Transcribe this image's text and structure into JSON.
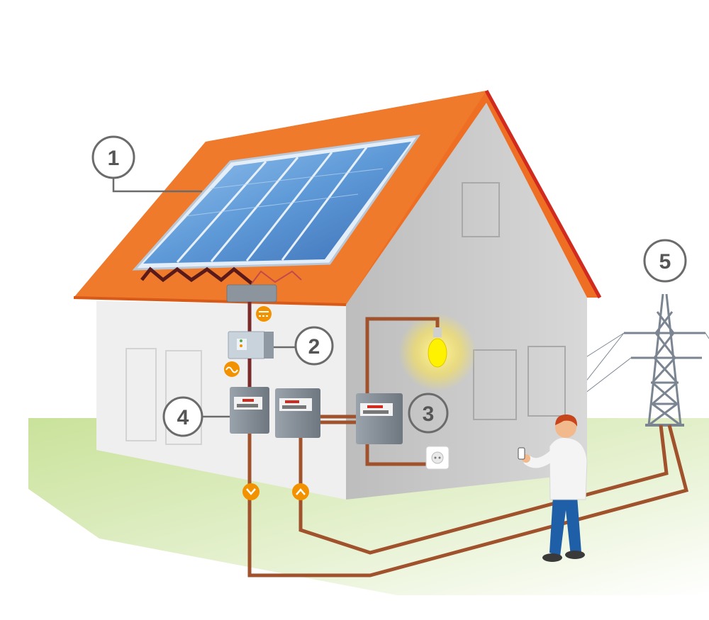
{
  "diagram": {
    "labels": [
      "1",
      "2",
      "3",
      "4",
      "5"
    ]
  },
  "colors": {
    "roof": "#ee6f24",
    "roof_ridge": "#d12a1f",
    "wall_front": "#efefef",
    "wall_side": "#c9c9c9",
    "panel": "#5f9ad8",
    "wire": "#a0522d",
    "grass": "#b7d77a",
    "badge": "#f39200",
    "bulb_glow": "#fff06a",
    "label_stroke": "#6b6b6b"
  },
  "icons": [
    "dc-icon",
    "ac-icon",
    "arrow-down-icon",
    "arrow-up-icon",
    "socket-icon",
    "bulb-icon",
    "phone-icon"
  ]
}
